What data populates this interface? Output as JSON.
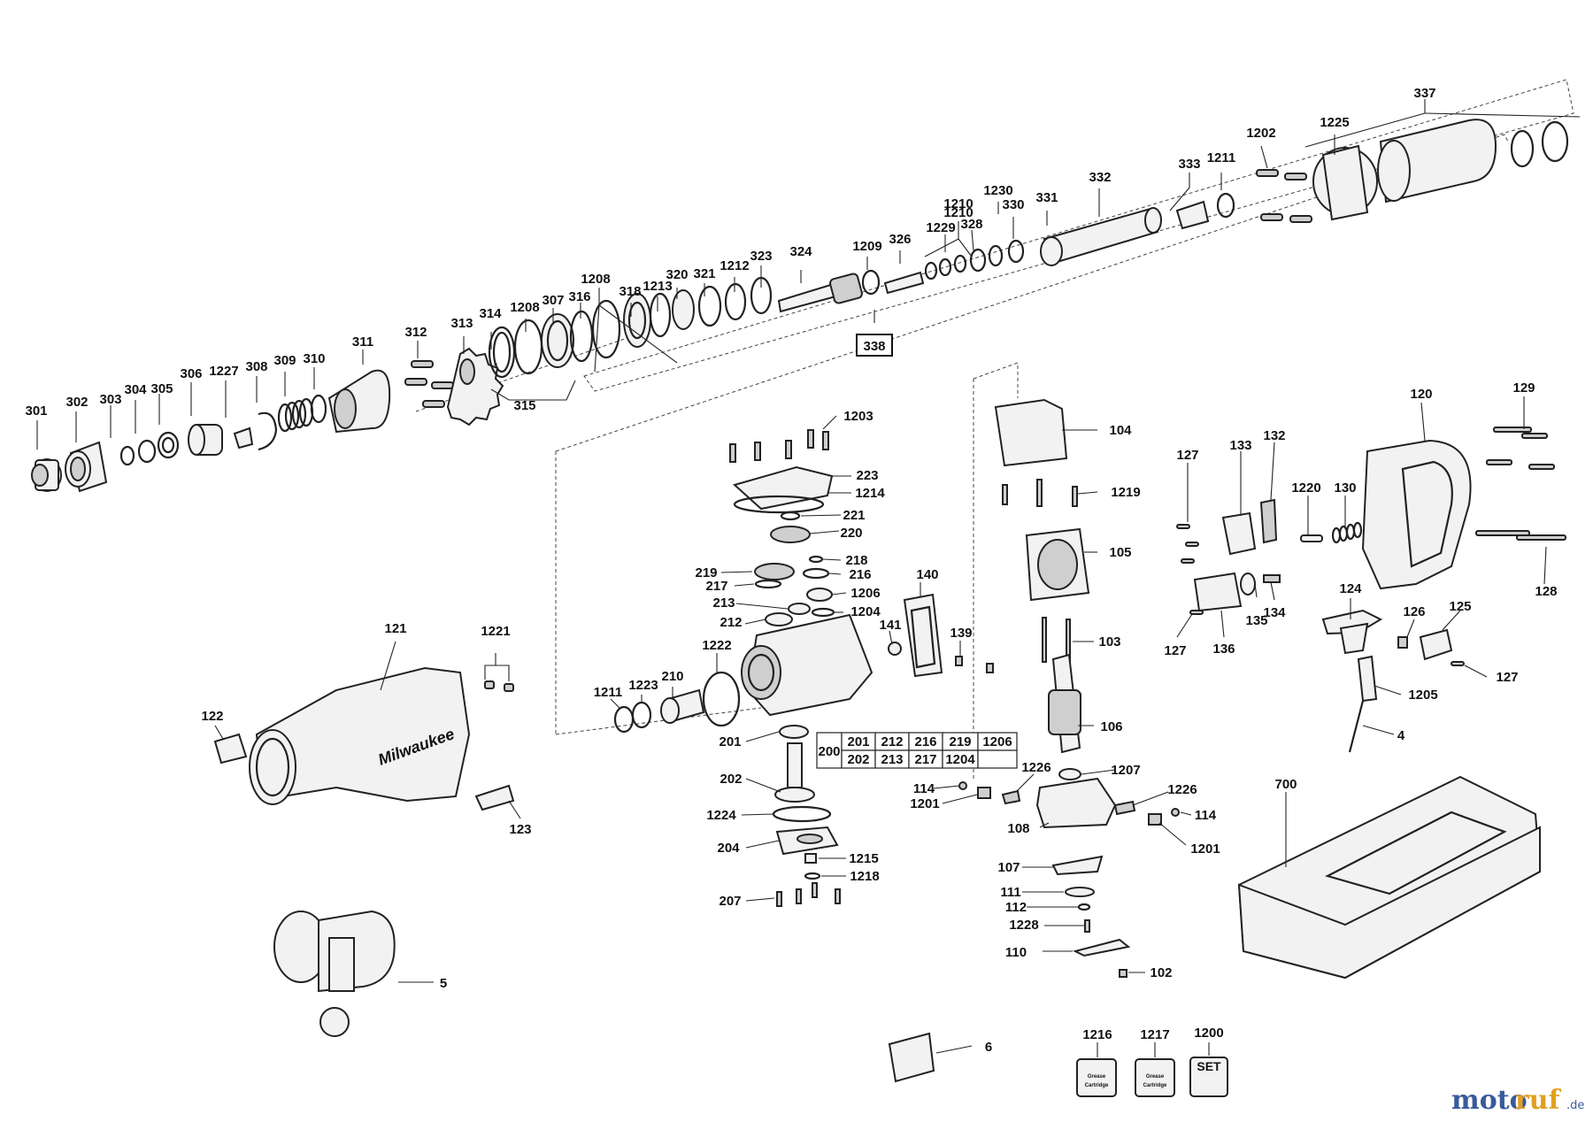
{
  "labels": [
    {
      "t": "337"
    },
    {
      "t": "1225"
    },
    {
      "t": "1202"
    },
    {
      "t": "333"
    },
    {
      "t": "1211"
    },
    {
      "t": "332"
    },
    {
      "t": "331"
    },
    {
      "t": "1230"
    },
    {
      "t": "330"
    },
    {
      "t": "1210"
    },
    {
      "t": "1210"
    },
    {
      "t": "328"
    },
    {
      "t": "1229"
    },
    {
      "t": "326"
    },
    {
      "t": "1209"
    },
    {
      "t": "324"
    },
    {
      "t": "323"
    },
    {
      "t": "1212"
    },
    {
      "t": "321"
    },
    {
      "t": "320"
    },
    {
      "t": "1213"
    },
    {
      "t": "318"
    },
    {
      "t": "1208"
    },
    {
      "t": "316"
    },
    {
      "t": "307"
    },
    {
      "t": "1208"
    },
    {
      "t": "314"
    },
    {
      "t": "313"
    },
    {
      "t": "312"
    },
    {
      "t": "311"
    },
    {
      "t": "310"
    },
    {
      "t": "309"
    },
    {
      "t": "308"
    },
    {
      "t": "1227"
    },
    {
      "t": "306"
    },
    {
      "t": "305"
    },
    {
      "t": "304"
    },
    {
      "t": "303"
    },
    {
      "t": "302"
    },
    {
      "t": "301"
    },
    {
      "t": "315"
    },
    {
      "t": "1203"
    },
    {
      "t": "223"
    },
    {
      "t": "1214"
    },
    {
      "t": "221"
    },
    {
      "t": "220"
    },
    {
      "t": "218"
    },
    {
      "t": "216"
    },
    {
      "t": "219"
    },
    {
      "t": "217"
    },
    {
      "t": "1206"
    },
    {
      "t": "213"
    },
    {
      "t": "1204"
    },
    {
      "t": "212"
    },
    {
      "t": "1222"
    },
    {
      "t": "210"
    },
    {
      "t": "1223"
    },
    {
      "t": "1211"
    },
    {
      "t": "201"
    },
    {
      "t": "202"
    },
    {
      "t": "1224"
    },
    {
      "t": "204"
    },
    {
      "t": "1215"
    },
    {
      "t": "1218"
    },
    {
      "t": "207"
    },
    {
      "t": "140"
    },
    {
      "t": "141"
    },
    {
      "t": "139"
    },
    {
      "t": "104"
    },
    {
      "t": "1219"
    },
    {
      "t": "105"
    },
    {
      "t": "103"
    },
    {
      "t": "106"
    },
    {
      "t": "1207"
    },
    {
      "t": "1226"
    },
    {
      "t": "114"
    },
    {
      "t": "1201"
    },
    {
      "t": "1226"
    },
    {
      "t": "114"
    },
    {
      "t": "1201"
    },
    {
      "t": "108"
    },
    {
      "t": "107"
    },
    {
      "t": "111"
    },
    {
      "t": "112"
    },
    {
      "t": "1228"
    },
    {
      "t": "110"
    },
    {
      "t": "102"
    },
    {
      "t": "120"
    },
    {
      "t": "129"
    },
    {
      "t": "127"
    },
    {
      "t": "133"
    },
    {
      "t": "132"
    },
    {
      "t": "1220"
    },
    {
      "t": "130"
    },
    {
      "t": "128"
    },
    {
      "t": "124"
    },
    {
      "t": "126"
    },
    {
      "t": "125"
    },
    {
      "t": "127"
    },
    {
      "t": "135"
    },
    {
      "t": "134"
    },
    {
      "t": "127"
    },
    {
      "t": "136"
    },
    {
      "t": "1205"
    },
    {
      "t": "4"
    },
    {
      "t": "700"
    },
    {
      "t": "121"
    },
    {
      "t": "1221"
    },
    {
      "t": "122"
    },
    {
      "t": "123"
    },
    {
      "t": "5"
    },
    {
      "t": "6"
    },
    {
      "t": "1216"
    },
    {
      "t": "1217"
    },
    {
      "t": "1200"
    }
  ],
  "boxed_label": "338",
  "table": {
    "group": "200",
    "rows": [
      [
        "201",
        "212",
        "216",
        "219",
        "1206"
      ],
      [
        "202",
        "213",
        "217",
        "1204",
        ""
      ]
    ]
  },
  "kit_text": {
    "grease_line1": "Grease",
    "grease_line2": "Cartridge",
    "set": "SET"
  },
  "brand_on_housing": "Milwaukee",
  "watermark": {
    "part1": "moto",
    "part2": "ruf",
    "suffix": ".de"
  }
}
